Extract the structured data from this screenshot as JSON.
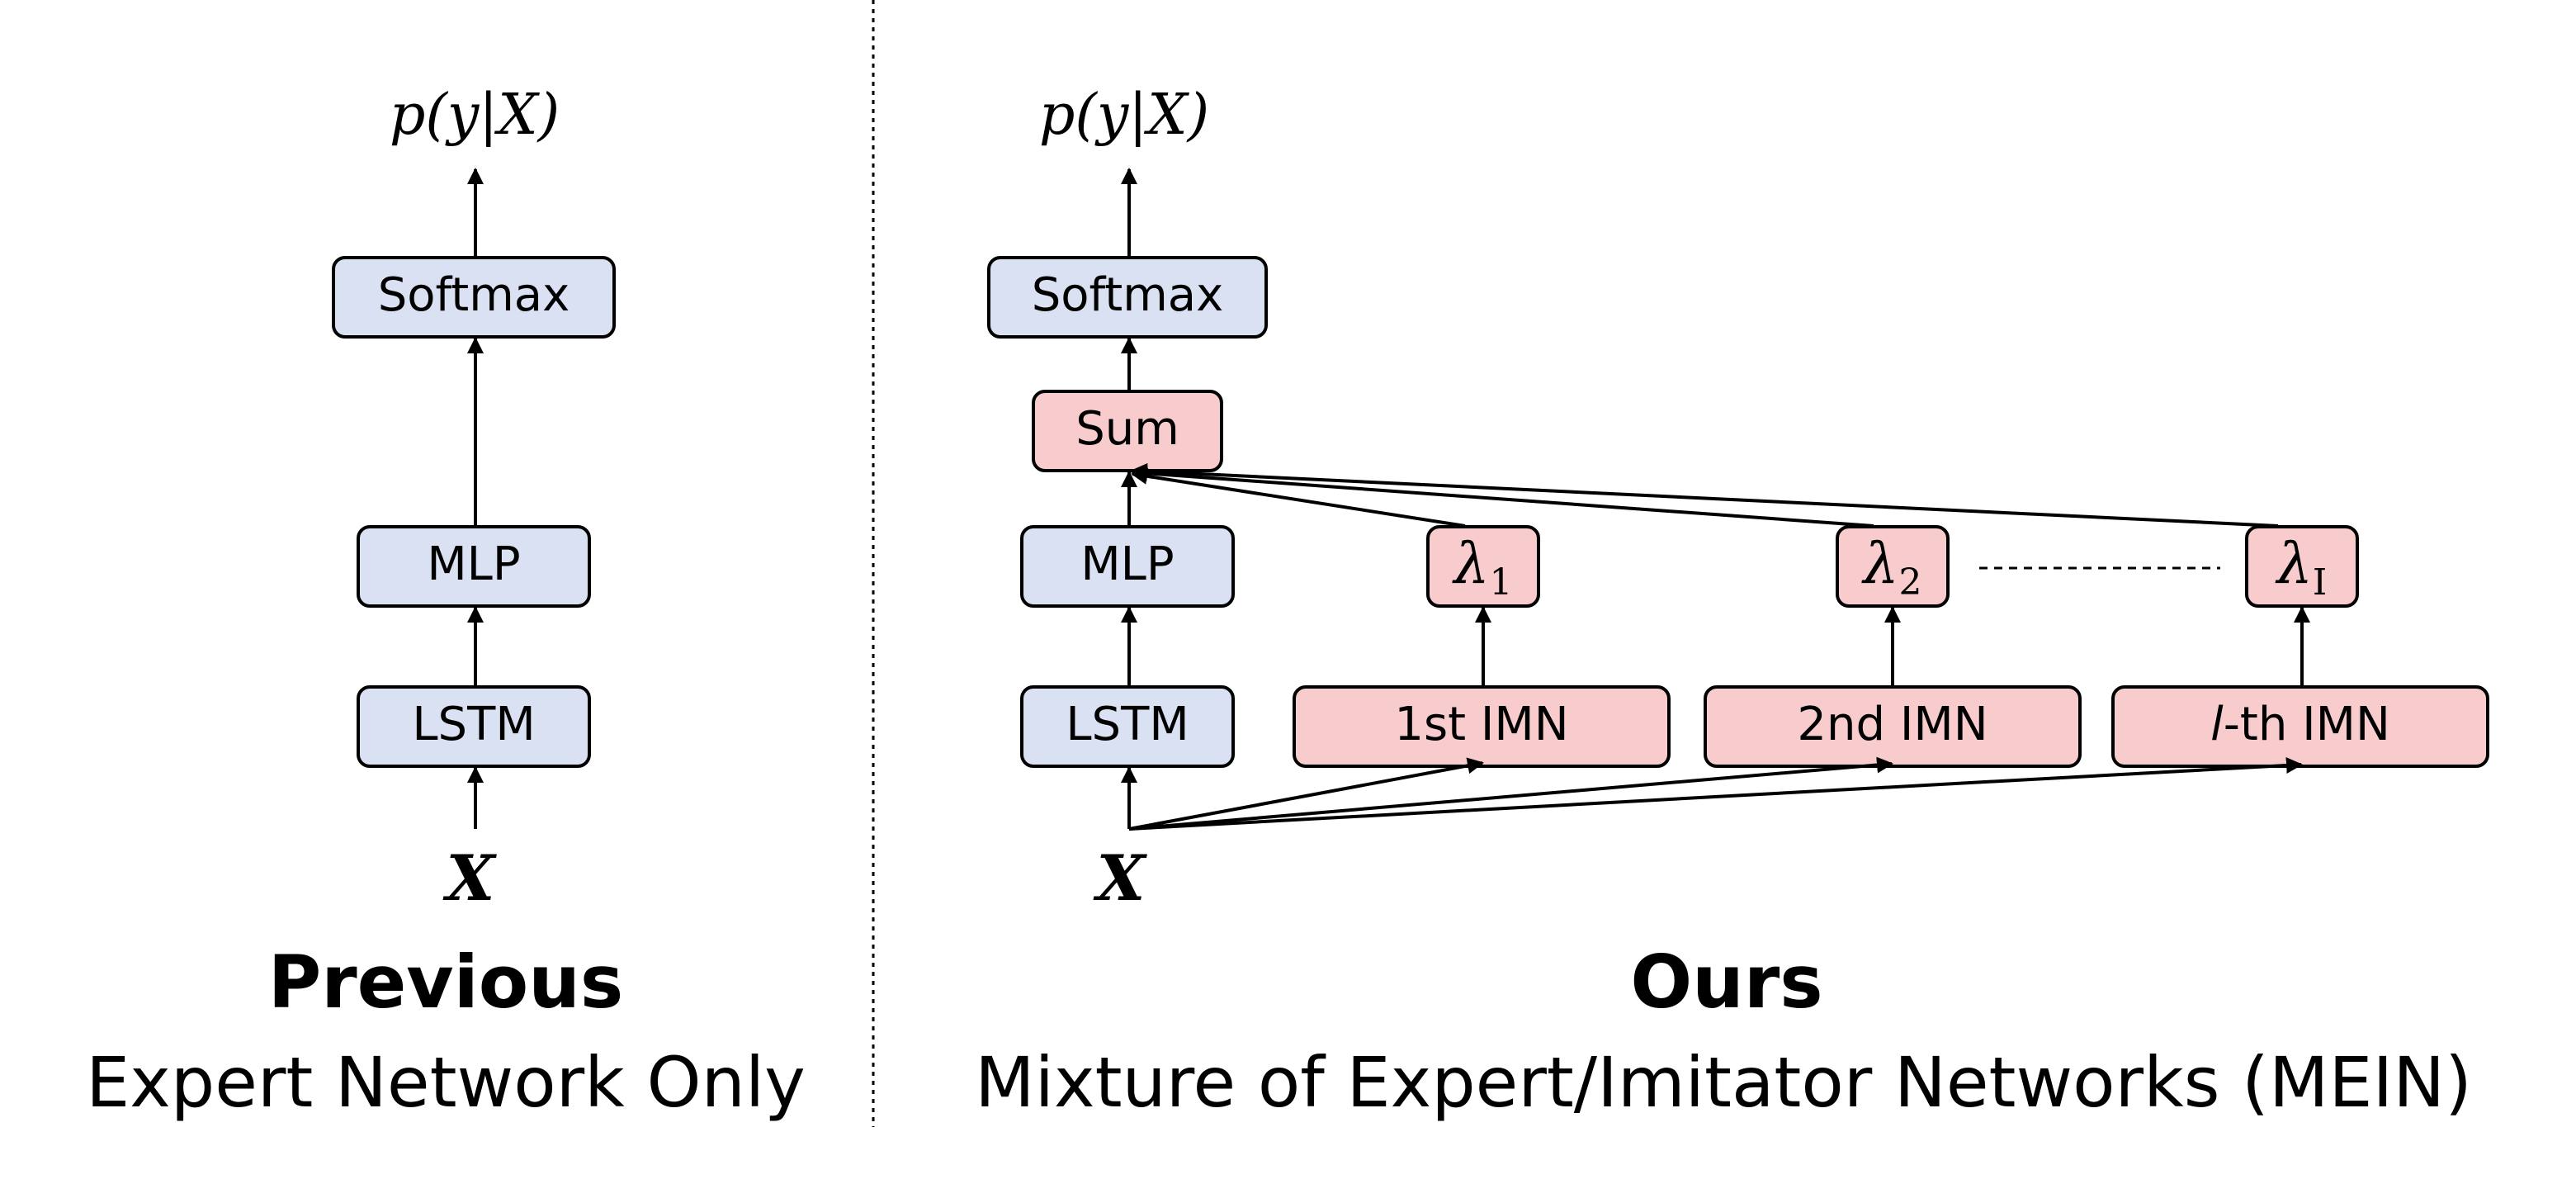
{
  "left": {
    "output": "p(y|X)",
    "softmax": "Softmax",
    "mlp": "MLP",
    "lstm": "LSTM",
    "input": "X",
    "title": "Previous",
    "subtitle": "Expert Network Only"
  },
  "right": {
    "output": "p(y|X)",
    "softmax": "Softmax",
    "sum": "Sum",
    "mlp": "MLP",
    "lstm": "LSTM",
    "input": "X",
    "lambda_symbol": "λ",
    "lambdas": [
      "1",
      "2",
      "I"
    ],
    "imn_1": "1st IMN",
    "imn_2": "2nd IMN",
    "imn_l_prefix": "l",
    "imn_l_suffix": "-th IMN",
    "title": "Ours",
    "subtitle": "Mixture of Expert/Imitator Networks (MEIN)"
  },
  "colors": {
    "expert_box": "#d9e1f2",
    "imitator_box": "#f8cbcc"
  }
}
